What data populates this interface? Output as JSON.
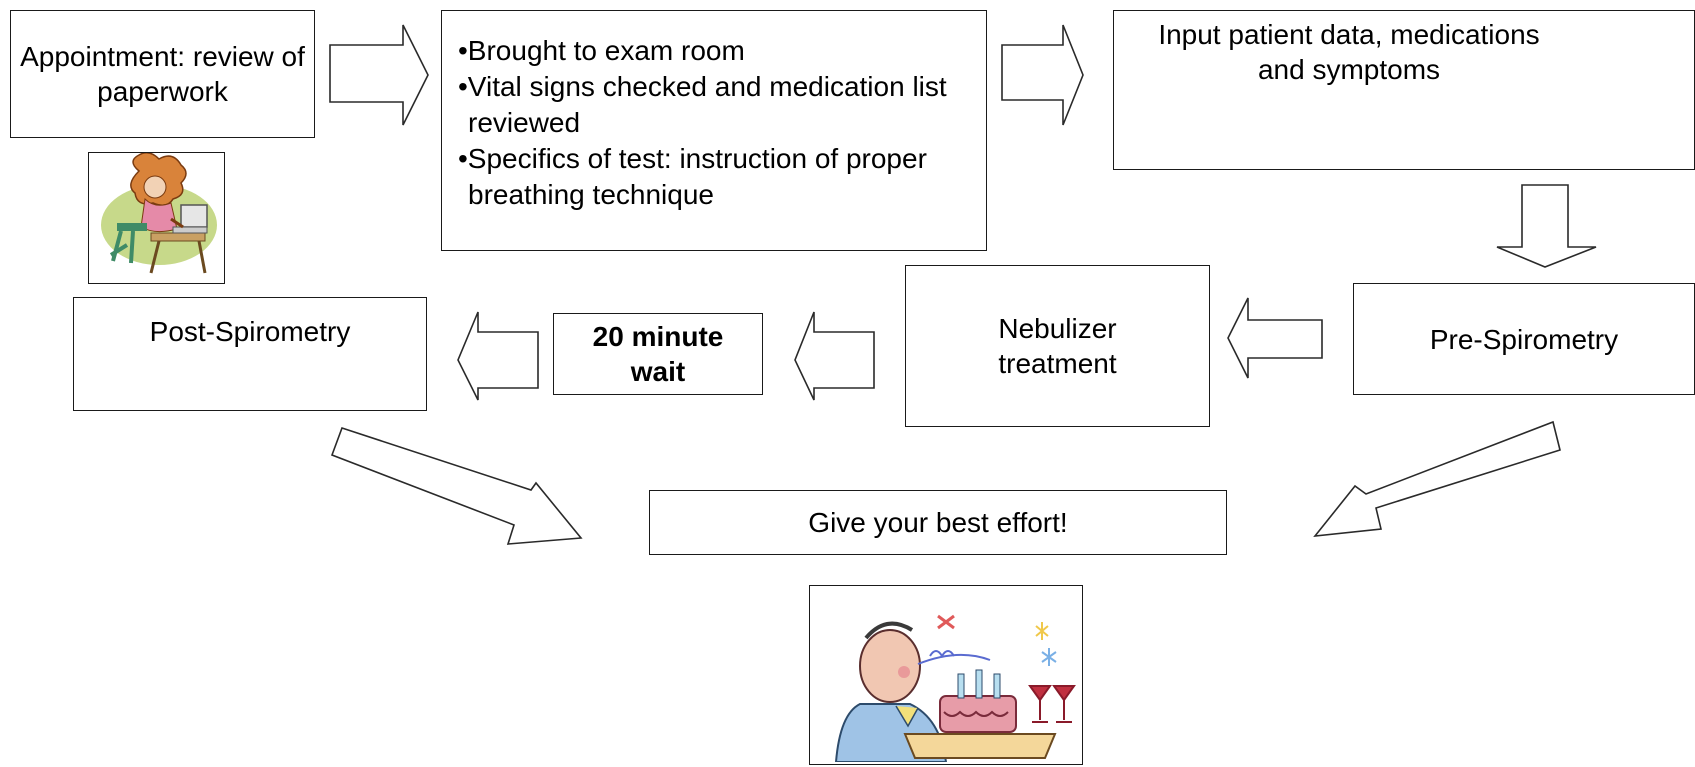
{
  "steps": {
    "appointment": "Appointment: review of paperwork",
    "exam_room": [
      "•Brought to exam room",
      "•Vital signs checked and medication list reviewed",
      "•Specifics of test: instruction of proper breathing technique"
    ],
    "input_data": "Input patient data, medications and symptoms",
    "pre_spirometry": "Pre-Spirometry",
    "nebulizer": "Nebulizer treatment",
    "wait": "20 minute wait",
    "post_spirometry": "Post-Spirometry",
    "best_effort": "Give your best effort!"
  },
  "illustrations": {
    "clerk": "woman-at-computer-clipart",
    "patient": "man-blowing-birthday-candles-clipart"
  },
  "colors": {
    "border": "#1a1a1a",
    "arrow_stroke": "#2a2a2a",
    "background": "#ffffff"
  }
}
